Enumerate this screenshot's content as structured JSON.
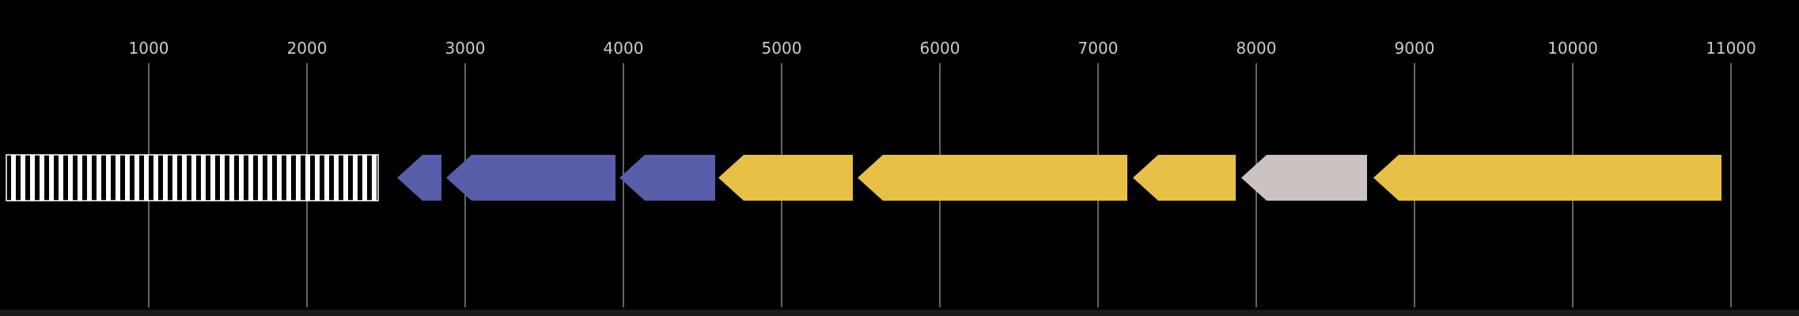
{
  "chart_data": {
    "type": "gene_map",
    "title": "",
    "description": "Linear genomic feature map (gene cluster arrows) on black background",
    "axis": {
      "unit": "bp",
      "range": [
        0,
        11430
      ],
      "grid": true,
      "tick_values": [
        1000,
        2000,
        3000,
        4000,
        5000,
        6000,
        7000,
        8000,
        9000,
        10000,
        11000
      ],
      "tick_labels": [
        "1000",
        "2000",
        "3000",
        "4000",
        "5000",
        "6000",
        "7000",
        "8000",
        "9000",
        "10000",
        "11000"
      ]
    },
    "colors": {
      "background": "#000000",
      "gridline": "#8e8e8e",
      "tick_label": "#cccccc",
      "purple": "#585ea9",
      "gold": "#e9c046",
      "gray": "#ccc2c2",
      "hatch_base": "#ffffff",
      "hatch_stripe": "#000000",
      "bottom_edge": "#1b1b1b"
    },
    "features": [
      {
        "id": "feature-hatched-region",
        "start": 100,
        "end": 2450,
        "strand": 0,
        "shape": "box",
        "fill": "hatch"
      },
      {
        "id": "feature-2",
        "start": 2570,
        "end": 2850,
        "strand": -1,
        "shape": "arrow",
        "fill": "purple"
      },
      {
        "id": "feature-3",
        "start": 2880,
        "end": 3950,
        "strand": -1,
        "shape": "arrow",
        "fill": "purple"
      },
      {
        "id": "feature-4",
        "start": 3975,
        "end": 4580,
        "strand": -1,
        "shape": "arrow",
        "fill": "purple"
      },
      {
        "id": "feature-5",
        "start": 4600,
        "end": 5450,
        "strand": -1,
        "shape": "arrow",
        "fill": "gold"
      },
      {
        "id": "feature-6",
        "start": 5480,
        "end": 7185,
        "strand": -1,
        "shape": "arrow",
        "fill": "gold"
      },
      {
        "id": "feature-7",
        "start": 7220,
        "end": 7870,
        "strand": -1,
        "shape": "arrow",
        "fill": "gold"
      },
      {
        "id": "feature-8",
        "start": 7905,
        "end": 8700,
        "strand": -1,
        "shape": "arrow",
        "fill": "gray"
      },
      {
        "id": "feature-9",
        "start": 8740,
        "end": 10940,
        "strand": -1,
        "shape": "arrow",
        "fill": "gold"
      }
    ]
  }
}
